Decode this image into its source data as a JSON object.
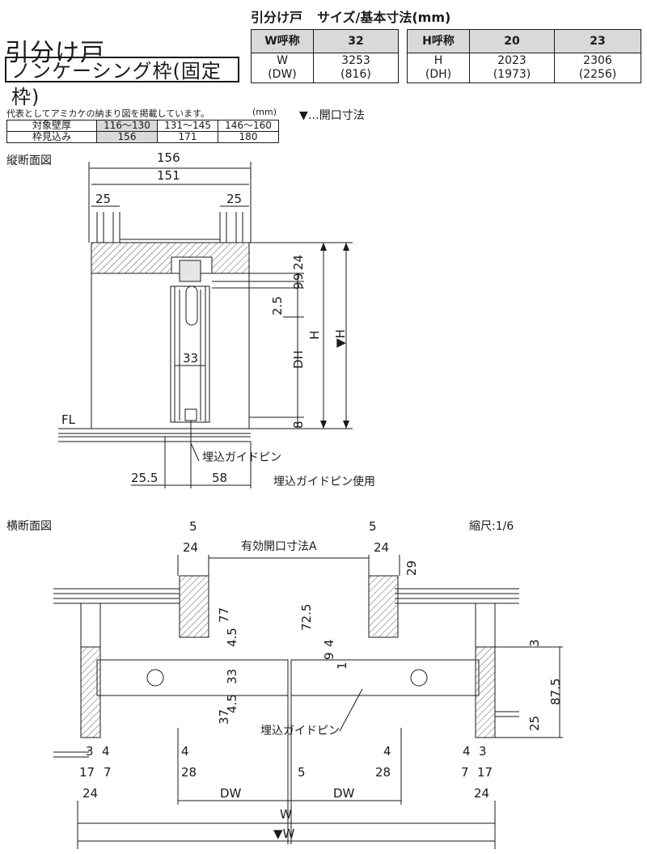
{
  "header": {
    "product_label": "引分け戸",
    "size_label": "サイズ/基本寸法(mm)"
  },
  "title": {
    "main": "引分け戸",
    "sub": "ノンケーシング枠(固定枠)"
  },
  "spec_table": {
    "w_header": "W呼称",
    "w_nominal": "32",
    "w_label": "W",
    "w_sub_label": "(DW)",
    "w_value": "3253",
    "w_sub_value": "(816)",
    "h_header": "H呼称",
    "h_nominals": [
      "20",
      "23"
    ],
    "h_label": "H",
    "h_sub_label": "(DH)",
    "h_values": [
      "2023",
      "2306"
    ],
    "h_sub_values": [
      "(1973)",
      "(2256)"
    ]
  },
  "note": {
    "text": "代表としてアミカケの納まり図を掲載しています。",
    "unit": "(mm)",
    "opening_marker": "▼…開口寸法"
  },
  "wall_table": {
    "row1_label": "対象壁厚",
    "row1": [
      "116～130",
      "131～145",
      "146～160"
    ],
    "row2_label": "枠見込み",
    "row2": [
      "156",
      "171",
      "180"
    ],
    "highlight_index": 0
  },
  "vertical_section": {
    "title": "縦断面図",
    "dims": {
      "d156": "156",
      "d151": "151",
      "d25l": "25",
      "d25r": "25",
      "d24": "24",
      "d9a": "9",
      "d9b": "9",
      "d25_small": "2.5",
      "d33": "33",
      "d8": "8",
      "d25_5": "25.5",
      "d58": "58"
    },
    "labels": {
      "H": "H",
      "H_open": "▼H",
      "DH": "DH",
      "FL": "FL",
      "guide_pin": "埋込ガイドピン",
      "guide_pin_used": "埋込ガイドピン使用"
    }
  },
  "horizontal_section": {
    "title": "横断面図",
    "scale": "縮尺:1/6",
    "dims": {
      "d5l": "5",
      "d24l": "24",
      "d5r": "5",
      "d24r": "24",
      "effective_opening": "有効開口寸法A",
      "d29": "29",
      "d77": "77",
      "d72_5": "72.5",
      "d4_5a": "4.5",
      "d9": "9",
      "d4": "4",
      "d1": "1",
      "d3r": "3",
      "d33": "33",
      "d87_5": "87.5",
      "d37": "37",
      "d4_5b": "4.5",
      "d25": "25",
      "d3l": "3",
      "d4l": "4",
      "d17l": "17",
      "d7l": "7",
      "d24bl": "24",
      "d4ml": "4",
      "d28l": "28",
      "d5c": "5",
      "d4mr": "4",
      "d28r": "28",
      "d4r": "4",
      "d3rr": "3",
      "d7r": "7",
      "d17r": "17",
      "d24br": "24",
      "DW_l": "DW",
      "DW_r": "DW",
      "W": "W",
      "W_open": "▼W"
    },
    "labels": {
      "guide_pin": "埋込ガイドピン"
    }
  }
}
